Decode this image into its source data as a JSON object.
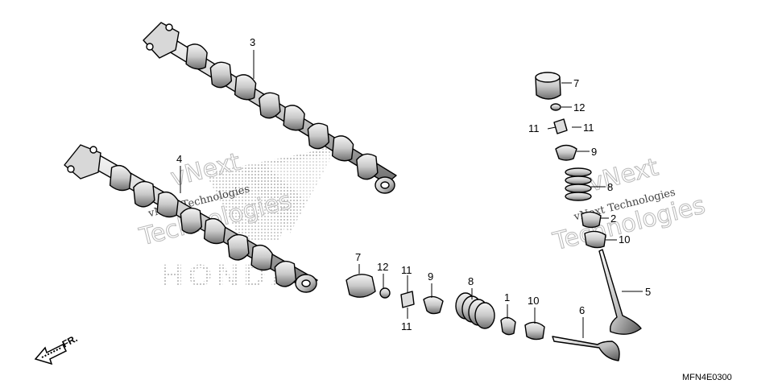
{
  "diagram": {
    "code": "MFN4E0300",
    "direction_label": "FR.",
    "watermark": {
      "brand_dots": "HONDA",
      "line1": "vNext",
      "line2": "Technologies",
      "line3": "vNext Technologies"
    },
    "callouts": {
      "c1": "1",
      "c2": "2",
      "c3": "3",
      "c4": "4",
      "c5": "5",
      "c6": "6",
      "c7a": "7",
      "c7b": "7",
      "c8a": "8",
      "c8b": "8",
      "c9a": "9",
      "c9b": "9",
      "c10a": "10",
      "c10b": "10",
      "c11a": "11",
      "c11b": "11",
      "c11c": "11",
      "c11d": "11",
      "c12a": "12",
      "c12b": "12"
    }
  }
}
